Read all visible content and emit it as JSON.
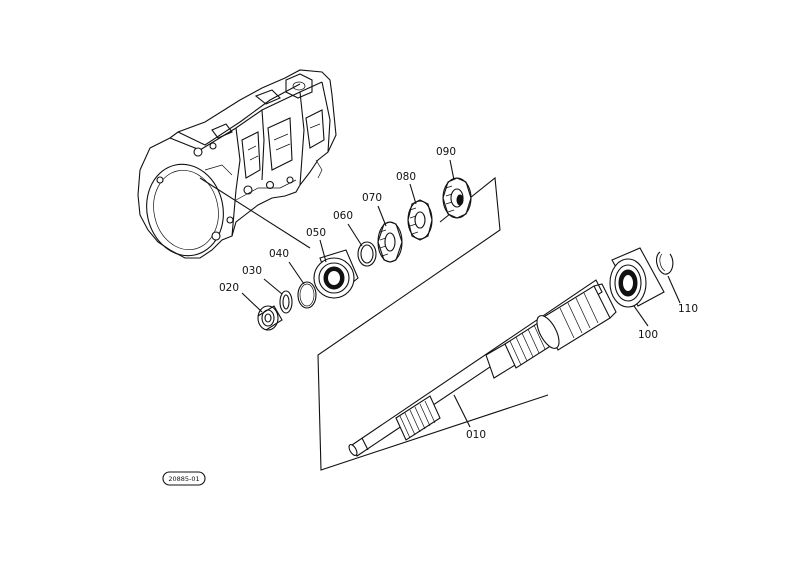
{
  "parts": [
    {
      "id": "part-010",
      "label": "010"
    },
    {
      "id": "part-020",
      "label": "020"
    },
    {
      "id": "part-030",
      "label": "030"
    },
    {
      "id": "part-040",
      "label": "040"
    },
    {
      "id": "part-050",
      "label": "050"
    },
    {
      "id": "part-060",
      "label": "060"
    },
    {
      "id": "part-070",
      "label": "070"
    },
    {
      "id": "part-080",
      "label": "080"
    },
    {
      "id": "part-090",
      "label": "090"
    },
    {
      "id": "part-100",
      "label": "100"
    },
    {
      "id": "part-110",
      "label": "110"
    }
  ],
  "reference_code": "20885-01"
}
